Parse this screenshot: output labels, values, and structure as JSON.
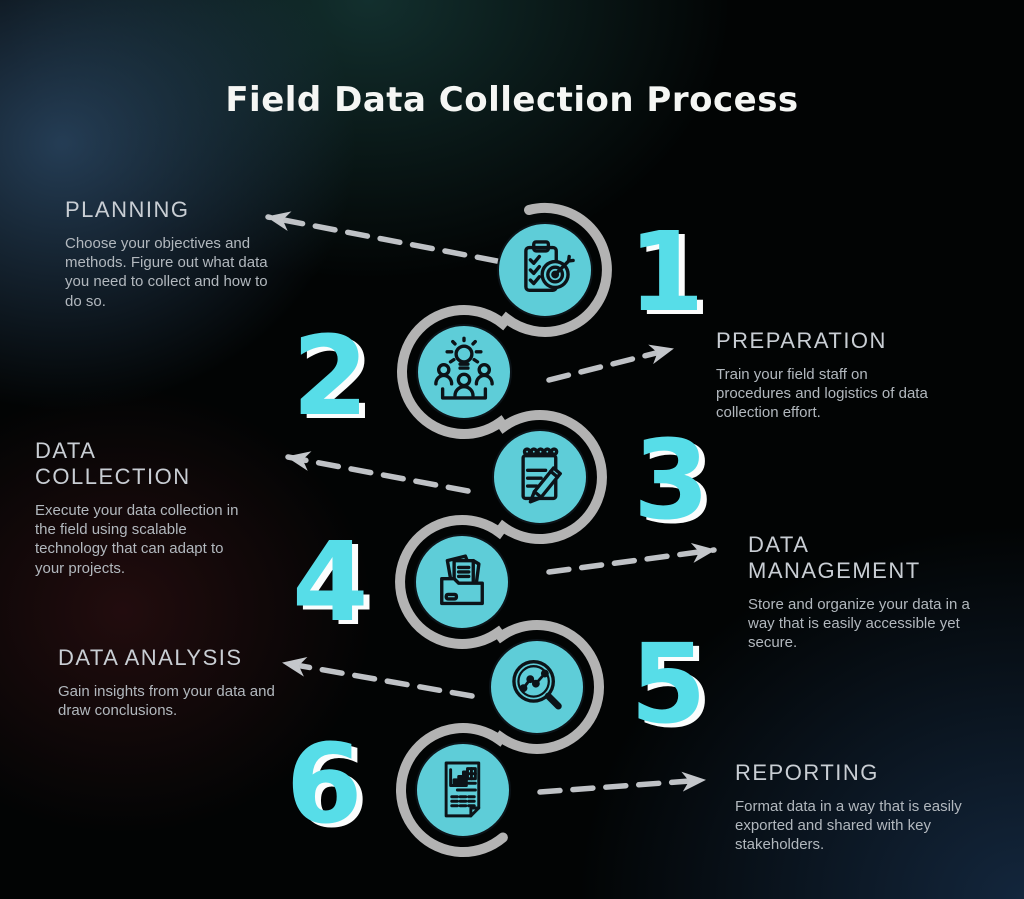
{
  "title": "Field Data Collection Process",
  "colors": {
    "accent_cyan": "#57dde8",
    "circle_cyan": "#5ecdd8",
    "path_gray": "#b3b3b3",
    "arrow_gray": "#c0c3c7",
    "heading_gray": "#c9ced4",
    "body_gray": "#b2b8be"
  },
  "steps": [
    {
      "number": "1",
      "label": "PLANNING",
      "description": "Choose your objectives and methods. Figure out what data you need to collect and how to do so.",
      "icon": "clipboard-target-icon",
      "side": "left"
    },
    {
      "number": "2",
      "label": "PREPARATION",
      "description": "Train your field staff on procedures and logistics of data collection effort.",
      "icon": "team-idea-icon",
      "side": "right"
    },
    {
      "number": "3",
      "label": "DATA COLLECTION",
      "description": "Execute your data collection in the field using scalable technology that can adapt to your projects.",
      "icon": "notepad-pencil-icon",
      "side": "left"
    },
    {
      "number": "4",
      "label": "DATA MANAGEMENT",
      "description": "Store and organize your data in a way that is easily accessible yet secure.",
      "icon": "folder-documents-icon",
      "side": "right"
    },
    {
      "number": "5",
      "label": "DATA ANALYSIS",
      "description": "Gain insights from your data and draw conclusions.",
      "icon": "magnifier-chart-icon",
      "side": "left"
    },
    {
      "number": "6",
      "label": "REPORTING",
      "description": "Format data in a way that is easily exported and shared with key stakeholders.",
      "icon": "report-chart-icon",
      "side": "right"
    }
  ]
}
